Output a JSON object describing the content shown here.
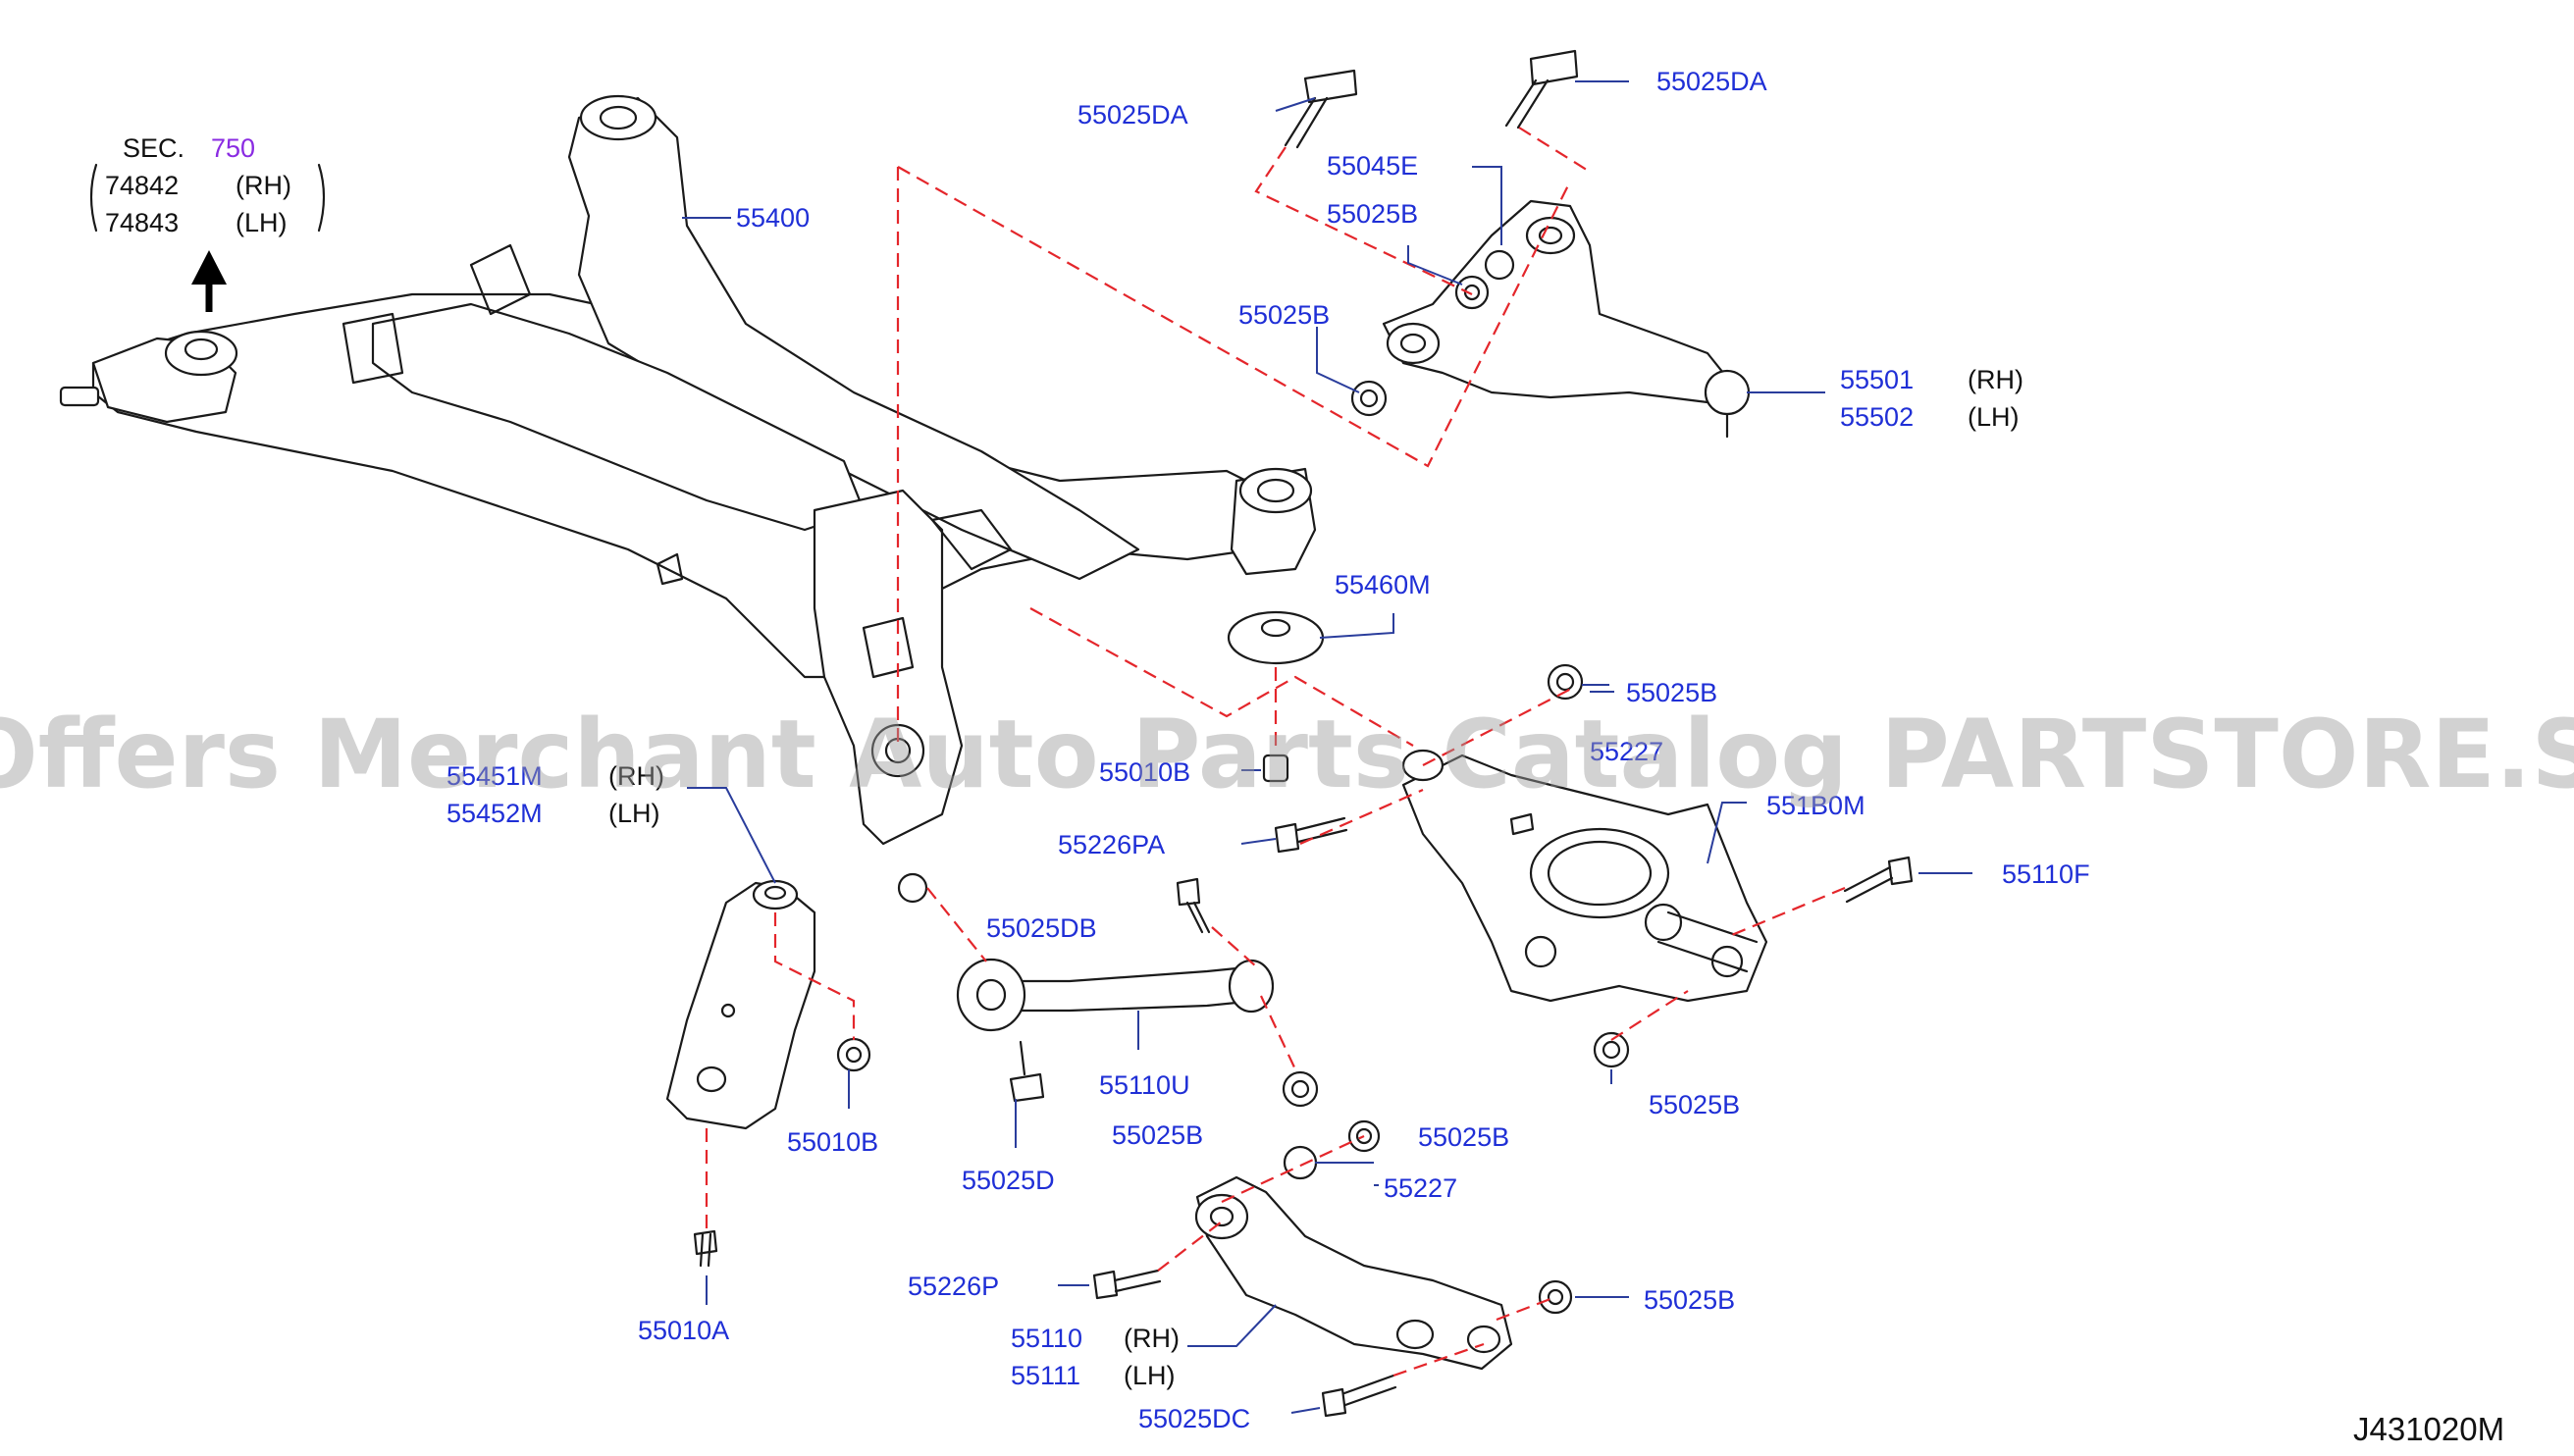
{
  "section": {
    "prefix": "SEC.",
    "number": "750",
    "parts": [
      "74842",
      "74843"
    ],
    "sides": [
      "(RH)",
      "(LH)"
    ]
  },
  "labels": {
    "l55400": "55400",
    "l55025DA_a": "55025DA",
    "l55025DA_b": "55025DA",
    "l55045E": "55045E",
    "l55025B_a": "55025B",
    "l55025B_b": "55025B",
    "l55501": "55501",
    "l55502": "55502",
    "l55460M": "55460M",
    "l55025B_c": "55025B",
    "l55227_a": "55227",
    "l55010B_a": "55010B",
    "l55451M": "55451M",
    "l55452M": "55452M",
    "l551B0M": "551B0M",
    "l55226PA": "55226PA",
    "l55110F": "55110F",
    "l55025DB": "55025DB",
    "l55110U": "55110U",
    "l55025B_d": "55025B",
    "l55025B_e": "55025B",
    "l55025D": "55025D",
    "l55010B_b": "55010B",
    "l55025B_f": "55025B",
    "l55227_b": "55227",
    "l55226P": "55226P",
    "l55110": "55110",
    "l55111": "55111",
    "l55025B_g": "55025B",
    "l55025DC": "55025DC",
    "l55010A": "55010A"
  },
  "sides": {
    "s55501": "(RH)",
    "s55502": "(LH)",
    "s55451M": "(RH)",
    "s55452M": "(LH)",
    "s55110": "(RH)",
    "s55111": "(LH)"
  },
  "diagram_code": "J431020M",
  "watermark": "Offers Merchant Auto Parts Catalog PARTSTORE.SA",
  "colors": {
    "label": "#1f2fd6",
    "section_number": "#8a2be2",
    "dash_line": "#e4262b",
    "line_art": "#1a1a1a"
  }
}
